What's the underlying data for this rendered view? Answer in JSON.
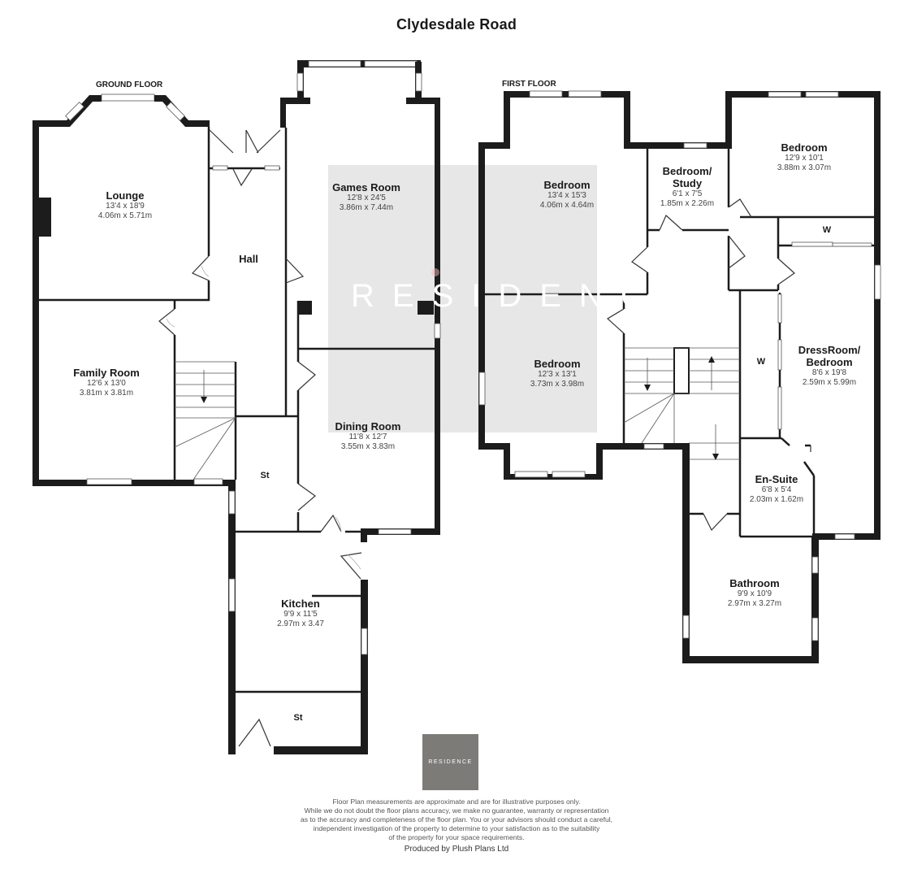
{
  "title": "Clydesdale Road",
  "floors": {
    "ground": {
      "label": "GROUND FLOOR",
      "rooms": [
        {
          "name": "Lounge",
          "imperial": "13'4 x 18'9",
          "metric": "4.06m x 5.71m"
        },
        {
          "name": "Hall",
          "imperial": "",
          "metric": ""
        },
        {
          "name": "Games Room",
          "imperial": "12'8 x 24'5",
          "metric": "3.86m x 7.44m"
        },
        {
          "name": "Family Room",
          "imperial": "12'6 x 13'0",
          "metric": "3.81m x 3.81m"
        },
        {
          "name": "Dining Room",
          "imperial": "11'8 x 12'7",
          "metric": "3.55m x 3.83m"
        },
        {
          "name": "St",
          "imperial": "",
          "metric": ""
        },
        {
          "name": "Kitchen",
          "imperial": "9'9 x 11'5",
          "metric": "2.97m x 3.47"
        },
        {
          "name": "St",
          "imperial": "",
          "metric": ""
        }
      ]
    },
    "first": {
      "label": "FIRST FLOOR",
      "rooms": [
        {
          "name": "Bedroom",
          "imperial": "13'4 x 15'3",
          "metric": "4.06m x 4.64m"
        },
        {
          "name": "Bedroom/ Study",
          "imperial": "6'1 x 7'5",
          "metric": "1.85m x 2.26m"
        },
        {
          "name": "Bedroom",
          "imperial": "12'9 x 10'1",
          "metric": "3.88m x 3.07m"
        },
        {
          "name": "W",
          "imperial": "",
          "metric": ""
        },
        {
          "name": "Bedroom",
          "imperial": "12'3 x 13'1",
          "metric": "3.73m x 3.98m"
        },
        {
          "name": "W",
          "imperial": "",
          "metric": ""
        },
        {
          "name": "DressRoom/ Bedroom",
          "imperial": "8'6 x 19'8",
          "metric": "2.59m x 5.99m"
        },
        {
          "name": "En-Suite",
          "imperial": "6'8 x 5'4",
          "metric": "2.03m x 1.62m"
        },
        {
          "name": "Bathroom",
          "imperial": "9'9 x 10'9",
          "metric": "2.97m x 3.27m"
        }
      ]
    }
  },
  "watermark": "RESIDENCE",
  "logo": {
    "text": "RESIDENCE",
    "bg_color": "#7c7b78",
    "dot_color": "#c0392b"
  },
  "disclaimer": [
    "Floor Plan measurements are approximate and are for illustrative purposes only.",
    "While we do not doubt the floor plans accuracy, we make no guarantee, warranty or representation",
    "as to the accuracy and completeness of the floor plan. You or your advisors should conduct a careful,",
    "independent investigation of the property to determine to your satisfaction as to the suitability",
    "of the property for your space requirements."
  ],
  "producer": "Produced by Plush Plans Ltd"
}
